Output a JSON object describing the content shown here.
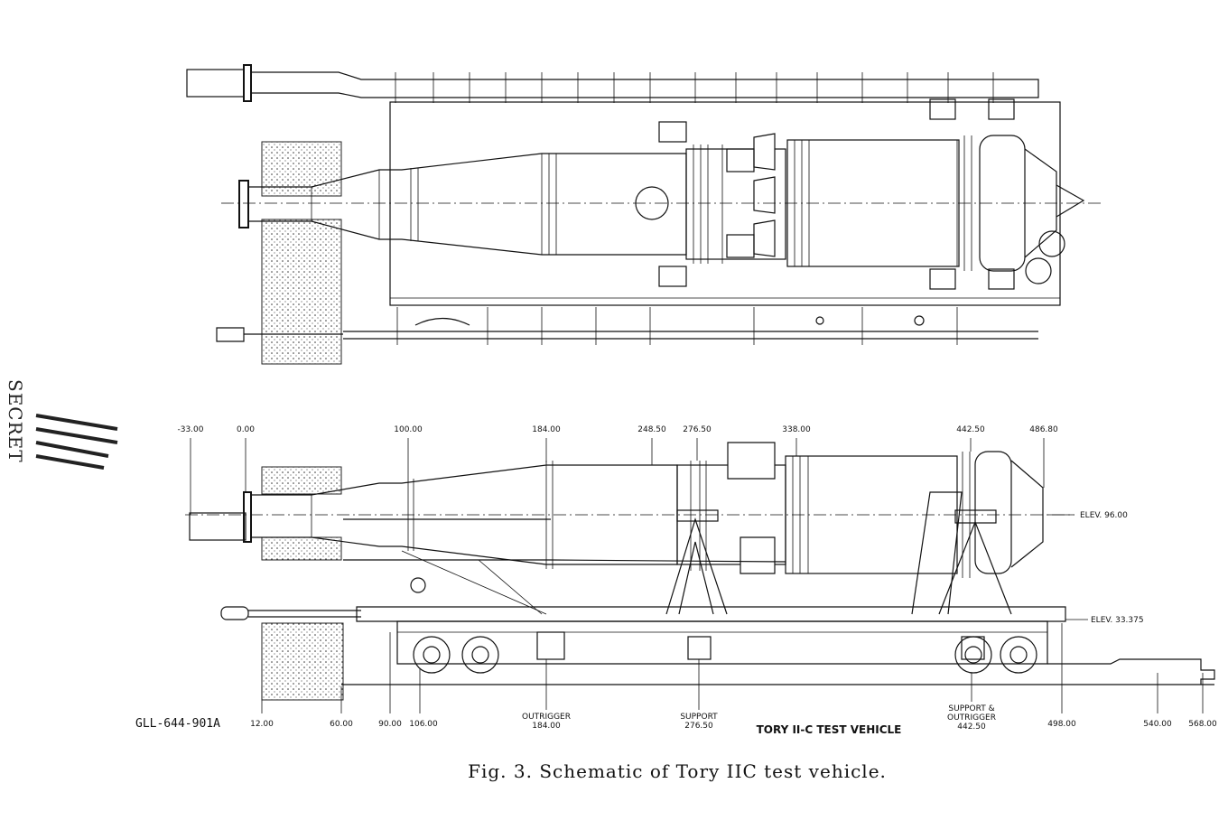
{
  "drawing": {
    "drawing_number": "GLL-644-901A",
    "title": "TORY II-C TEST VEHICLE",
    "stamp": "SECRET",
    "stations_top": [
      "-33.00",
      "0.00",
      "100.00",
      "184.00",
      "248.50",
      "276.50",
      "338.00",
      "442.50",
      "486.80"
    ],
    "stations_bottom": [
      "12.00",
      "60.00",
      "90.00",
      "106.00",
      "498.00",
      "540.00",
      "568.00"
    ],
    "elevations": [
      "ELEV. 96.00",
      "ELEV. 33.375"
    ],
    "callouts": {
      "outrigger": [
        "OUTRIGGER",
        "184.00"
      ],
      "support": [
        "SUPPORT",
        "276.50"
      ],
      "support_outrigger": [
        "SUPPORT &",
        "OUTRIGGER",
        "442.50"
      ]
    }
  },
  "caption": "Fig. 3.  Schematic of Tory IIC test vehicle."
}
